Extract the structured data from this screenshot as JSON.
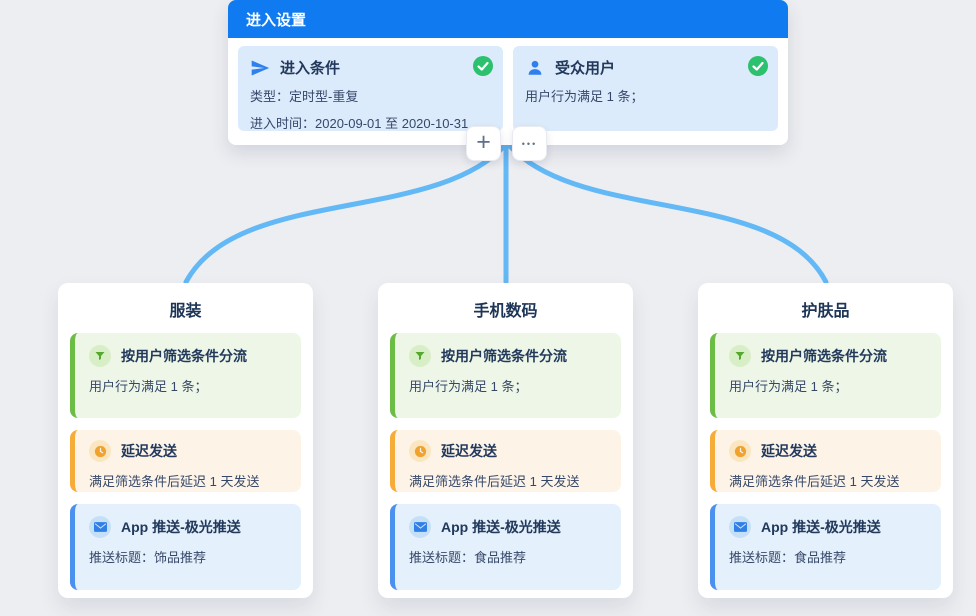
{
  "colors": {
    "page_background": "#edeef1",
    "header_blue": "#107af0",
    "entry_card_bg": "#dcebfb",
    "connector_blue": "#63b8f6",
    "check_green": "#2bc16e",
    "icon_blue": "#2f80ed",
    "filter_green": "#6cbd45",
    "delay_orange": "#f6ac38",
    "push_blue": "#4a90ee"
  },
  "entry_panel": {
    "title": "进入设置",
    "add_button": "+",
    "more_button": "•••",
    "cards": [
      {
        "icon": "paper-plane-icon",
        "title": "进入条件",
        "lines": [
          "类型：定时型-重复",
          "进入时间：2020-09-01 至 2020-10-31"
        ]
      },
      {
        "icon": "user-icon",
        "title": "受众用户",
        "lines": [
          "用户行为满足 1 条；"
        ]
      }
    ]
  },
  "branches": [
    {
      "title": "服装",
      "steps": [
        {
          "icon": "funnel-icon",
          "title": "按用户筛选条件分流",
          "desc": "用户行为满足 1 条；"
        },
        {
          "icon": "clock-icon",
          "title": "延迟发送",
          "desc": "满足筛选条件后延迟 1 天发送"
        },
        {
          "icon": "mail-icon",
          "title": "App 推送-极光推送",
          "desc": "推送标题：饰品推荐"
        }
      ]
    },
    {
      "title": "手机数码",
      "steps": [
        {
          "icon": "funnel-icon",
          "title": "按用户筛选条件分流",
          "desc": "用户行为满足 1 条；"
        },
        {
          "icon": "clock-icon",
          "title": "延迟发送",
          "desc": "满足筛选条件后延迟 1 天发送"
        },
        {
          "icon": "mail-icon",
          "title": "App 推送-极光推送",
          "desc": "推送标题：食品推荐"
        }
      ]
    },
    {
      "title": "护肤品",
      "steps": [
        {
          "icon": "funnel-icon",
          "title": "按用户筛选条件分流",
          "desc": "用户行为满足 1 条；"
        },
        {
          "icon": "clock-icon",
          "title": "延迟发送",
          "desc": "满足筛选条件后延迟 1 天发送"
        },
        {
          "icon": "mail-icon",
          "title": "App 推送-极光推送",
          "desc": "推送标题：食品推荐"
        }
      ]
    }
  ]
}
